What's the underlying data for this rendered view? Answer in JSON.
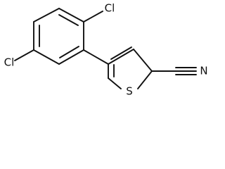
{
  "structure": {
    "labels": {
      "cl_top": "Cl",
      "cl_left": "Cl",
      "sulfur": "S",
      "nitrogen": "N"
    }
  }
}
